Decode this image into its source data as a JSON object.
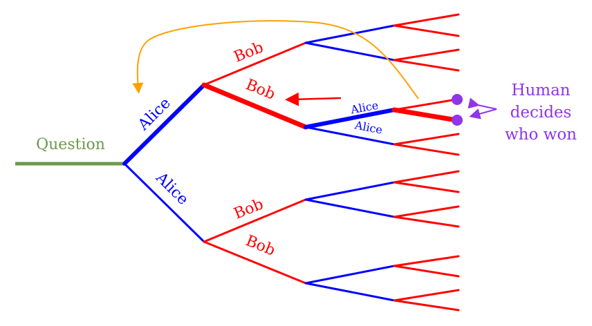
{
  "colors": {
    "question": "#6a9a4a",
    "alice": "#0000ff",
    "bob": "#ff0000",
    "human": "#9035e8",
    "feedback": "#ffa000"
  },
  "labels": {
    "question": "Question",
    "alice_top": "Alice",
    "alice_bottom": "Alice",
    "bob_1": "Bob",
    "bob_2": "Bob",
    "bob_3": "Bob",
    "bob_4": "Bob",
    "alice_small_1": "Alice",
    "alice_small_2": "Alice",
    "human_line1": "Human",
    "human_line2": "decides",
    "human_line3": "who won"
  }
}
